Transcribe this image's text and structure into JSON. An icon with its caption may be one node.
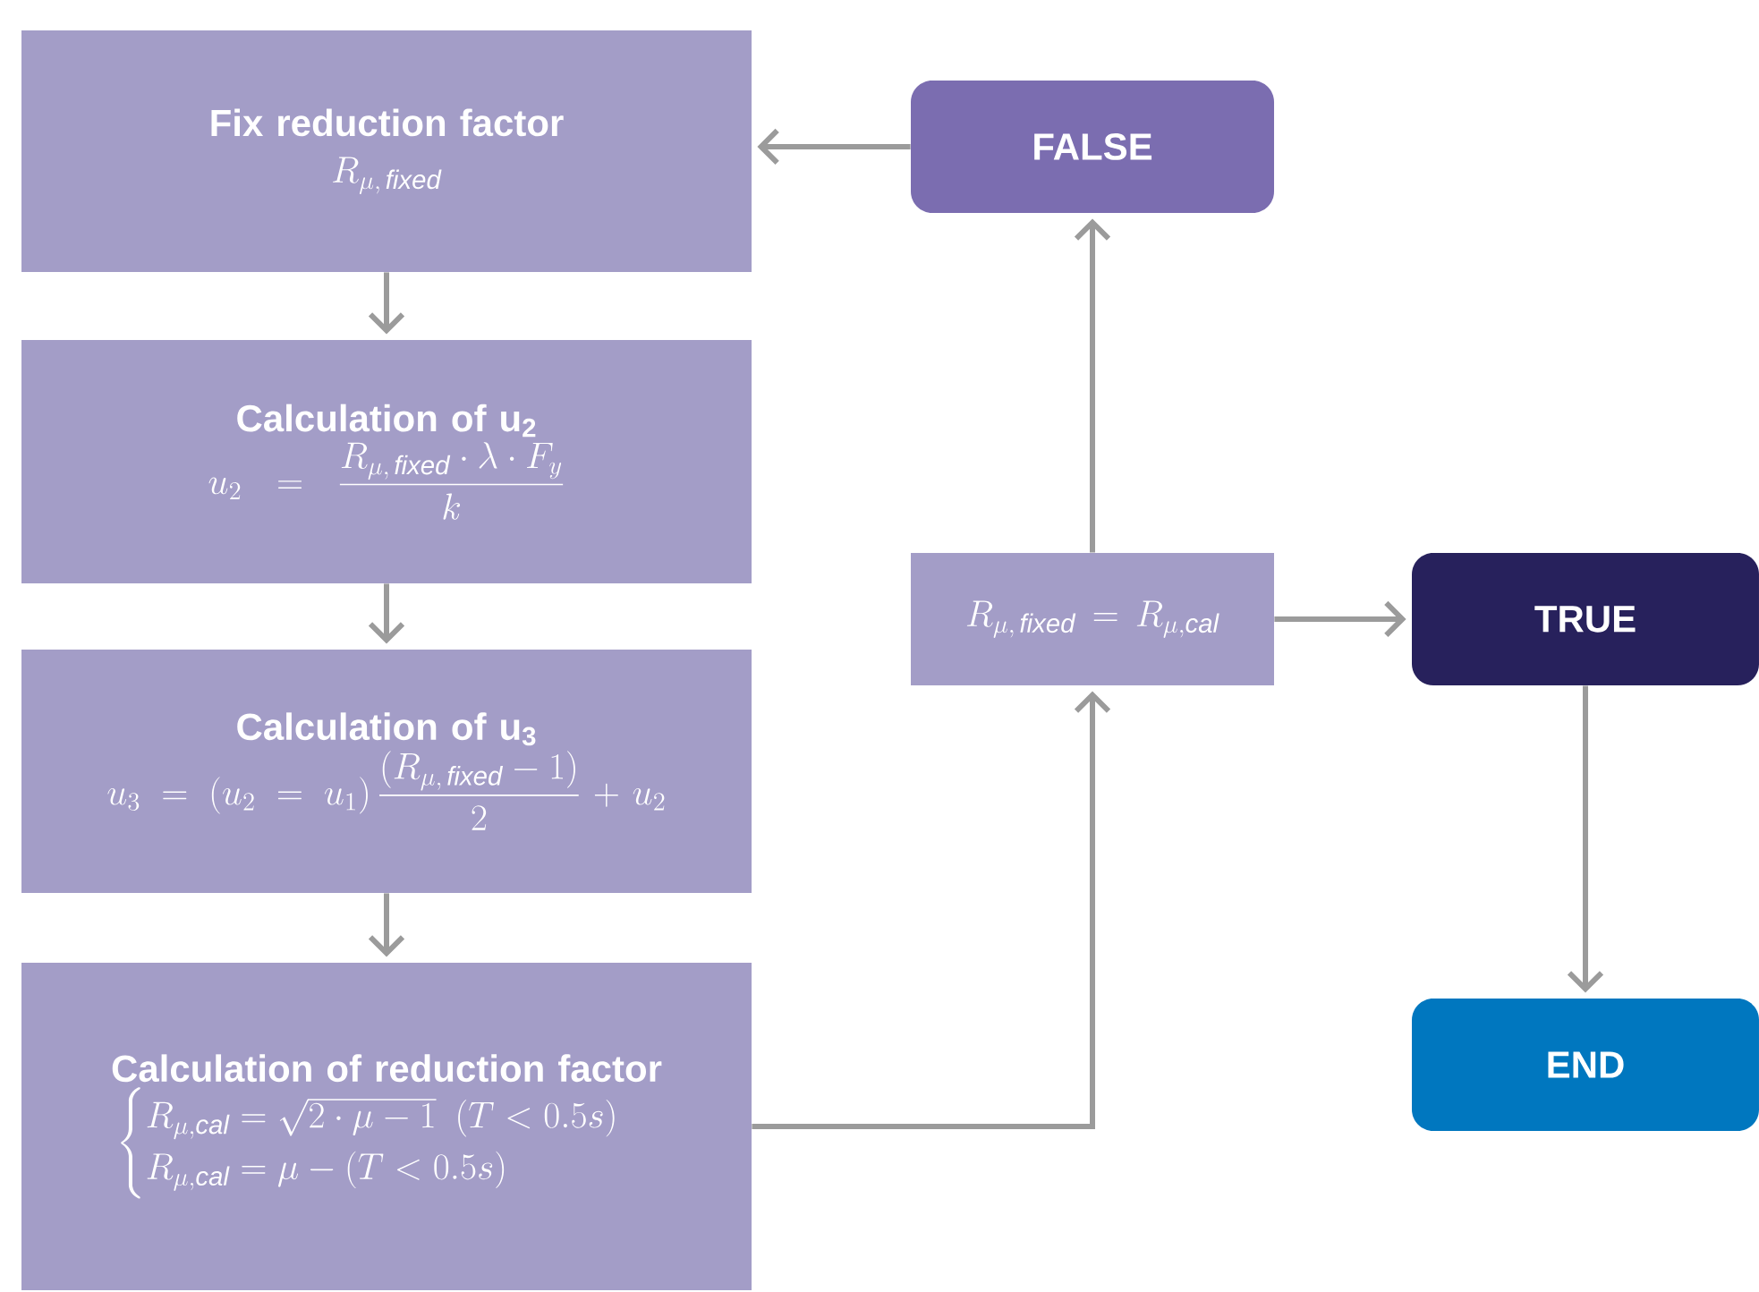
{
  "diagram": {
    "nodes": [
      {
        "text": [
          "Fix reduction factor",
          "R_{\\mu,\\,\\mathit{fixed}}"
        ]
      },
      {
        "text": [
          "Calculation of u$_{2}$",
          "u_2 = \\frac{R_{\\mu,\\,\\mathit{fixed}}\\cdot\\lambda\\cdot F_y}{k}"
        ]
      },
      {
        "text": [
          "Calculation of u$_{3}$",
          "u_3 = (u_2 = u_1)\\,\\frac{(R_{\\mu,\\,\\mathit{fixed}}-1)}{2} + u_2"
        ]
      },
      {
        "text": [
          "Calculation of reduction factor",
          "\\begin{cases}R_{\\mu,\\mathit{cal}} = \\sqrt{2\\cdot\\mu - 1}\\ \\,(T<0.5s)\\\\ R_{\\mu,\\mathit{cal}} = \\mu - (T<0.5s)\\end{cases}"
        ]
      },
      {
        "text": [
          "R_{\\mu,\\,\\mathit{fixed}} = R_{\\mu,\\mathit{cal}}"
        ]
      },
      {
        "text": [
          "FALSE"
        ]
      },
      {
        "text": [
          "TRUE"
        ]
      },
      {
        "text": [
          "END"
        ]
      }
    ],
    "edges": [
      {
        "from": 0,
        "to": 1,
        "arrow": "to"
      },
      {
        "from": 1,
        "to": 2,
        "arrow": "to"
      },
      {
        "from": 2,
        "to": 3,
        "arrow": "to"
      },
      {
        "from": 3,
        "to": 4,
        "arrow": "to"
      },
      {
        "from": 4,
        "to": 5,
        "arrow": "to"
      },
      {
        "from": 5,
        "to": 0,
        "arrow": "to"
      },
      {
        "from": 4,
        "to": 6,
        "arrow": "to"
      },
      {
        "from": 6,
        "to": 7,
        "arrow": "to"
      }
    ]
  }
}
